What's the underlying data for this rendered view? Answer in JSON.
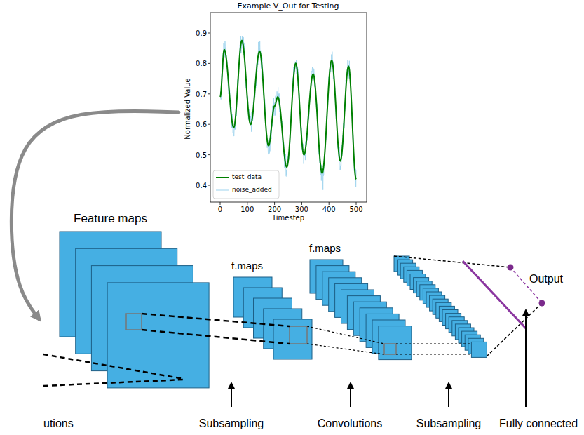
{
  "diagram": {
    "nodes": [
      {
        "text": [
          "Example V_Out for Testing"
        ]
      },
      {
        "text": [
          "Feature maps"
        ]
      },
      {
        "text": [
          "f.maps"
        ]
      },
      {
        "text": [
          "f.maps"
        ]
      }
    ],
    "edges": [
      {
        "from": 0,
        "to": 1,
        "arrow": "to"
      }
    ],
    "labels": [
      "Normalized Value",
      "0.9",
      "0.8",
      "0.7",
      "0.6",
      "0.5",
      "0.4",
      "0",
      "100",
      "200",
      "300",
      "400",
      "500",
      "Timestep",
      "utions",
      "Subsampling",
      "Convolutions",
      "Subsampling",
      "Fully connected",
      "Output"
    ],
    "legend": [
      {
        "text": "test_data"
      },
      {
        "text": "noise_added"
      }
    ]
  }
}
